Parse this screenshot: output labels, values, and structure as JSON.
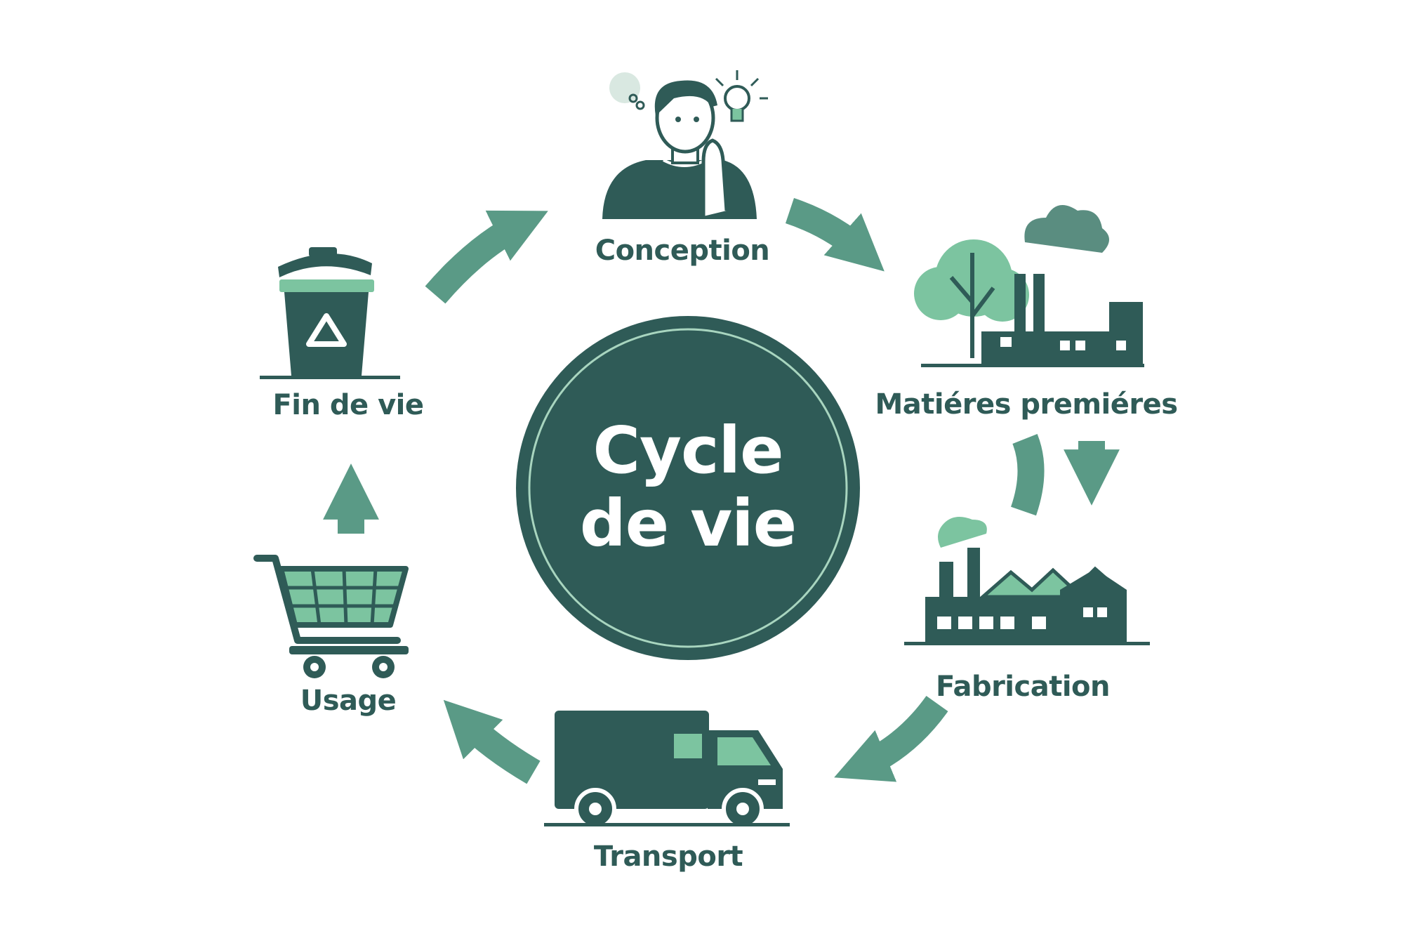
{
  "center": {
    "line1": "Cycle",
    "line2": "de vie"
  },
  "stages": {
    "conception": "Conception",
    "matieres": "Matiéres premiéres",
    "fabrication": "Fabrication",
    "transport": "Transport",
    "usage": "Usage",
    "fin_de_vie": "Fin de vie"
  },
  "colors": {
    "dark": "#2f5b57",
    "arrow": "#5a9a86",
    "light": "#7cc4a0",
    "background": "#ffffff"
  },
  "icons": {
    "conception": "thinking-person-icon",
    "matieres": "tree-and-factory-icon",
    "fabrication": "factory-icon",
    "transport": "delivery-truck-icon",
    "usage": "shopping-cart-icon",
    "fin_de_vie": "recycling-bin-icon"
  }
}
